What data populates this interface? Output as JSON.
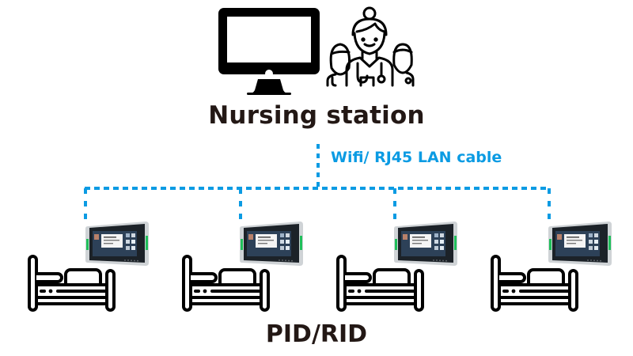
{
  "station": {
    "title": "Nursing station",
    "monitor_icon": "desktop-monitor-icon",
    "staff_icon": "medical-staff-icon"
  },
  "connection": {
    "label": "Wifi/ RJ45 LAN cable",
    "color": "#0b9be3"
  },
  "rooms": [
    {
      "bed_icon": "hospital-bed-icon",
      "device_icon": "tablet-terminal-icon"
    },
    {
      "bed_icon": "hospital-bed-icon",
      "device_icon": "tablet-terminal-icon"
    },
    {
      "bed_icon": "hospital-bed-icon",
      "device_icon": "tablet-terminal-icon"
    },
    {
      "bed_icon": "hospital-bed-icon",
      "device_icon": "tablet-terminal-icon"
    }
  ],
  "bottom_label": "PID/RID",
  "text_color": "#231815"
}
